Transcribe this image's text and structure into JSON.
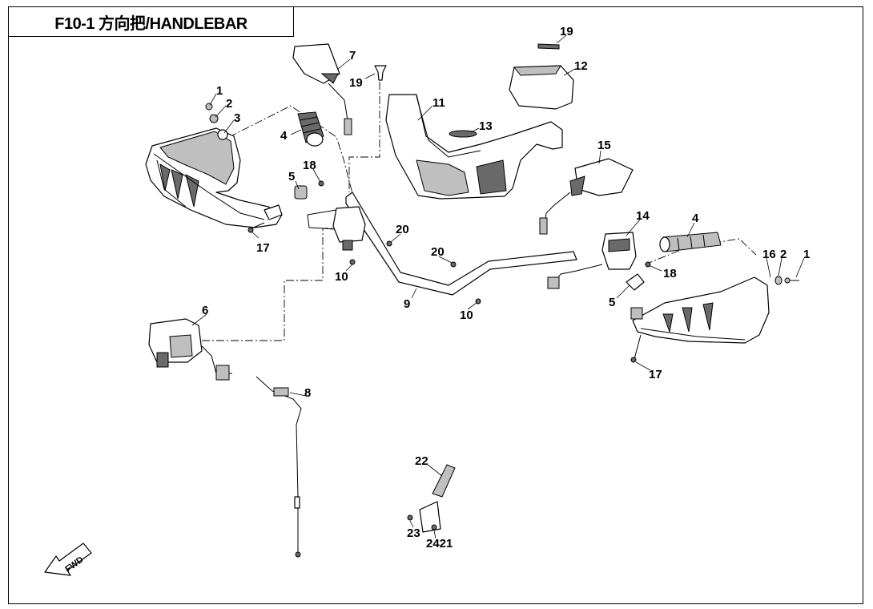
{
  "title": "F10-1 方向把/HANDLEBAR",
  "fwd_label": "FWD",
  "callouts": {
    "c1_left": "1",
    "c2_left": "2",
    "c3": "3",
    "c4_left": "4",
    "c5_left": "5",
    "c18_left": "18",
    "c17_left": "17",
    "c7": "7",
    "c19_mid": "19",
    "c19_top": "19",
    "c12": "12",
    "c11": "11",
    "c13": "13",
    "c15": "15",
    "c14": "14",
    "c4_right": "4",
    "c16": "16",
    "c2_right": "2",
    "c1_right": "1",
    "c18_right": "18",
    "c5_right": "5",
    "c17_right": "17",
    "c20_left": "20",
    "c20_right": "20",
    "c10_left": "10",
    "c10_right": "10",
    "c9": "9",
    "c6": "6",
    "c8": "8",
    "c22": "22",
    "c23": "23",
    "c24_21": "2421"
  }
}
